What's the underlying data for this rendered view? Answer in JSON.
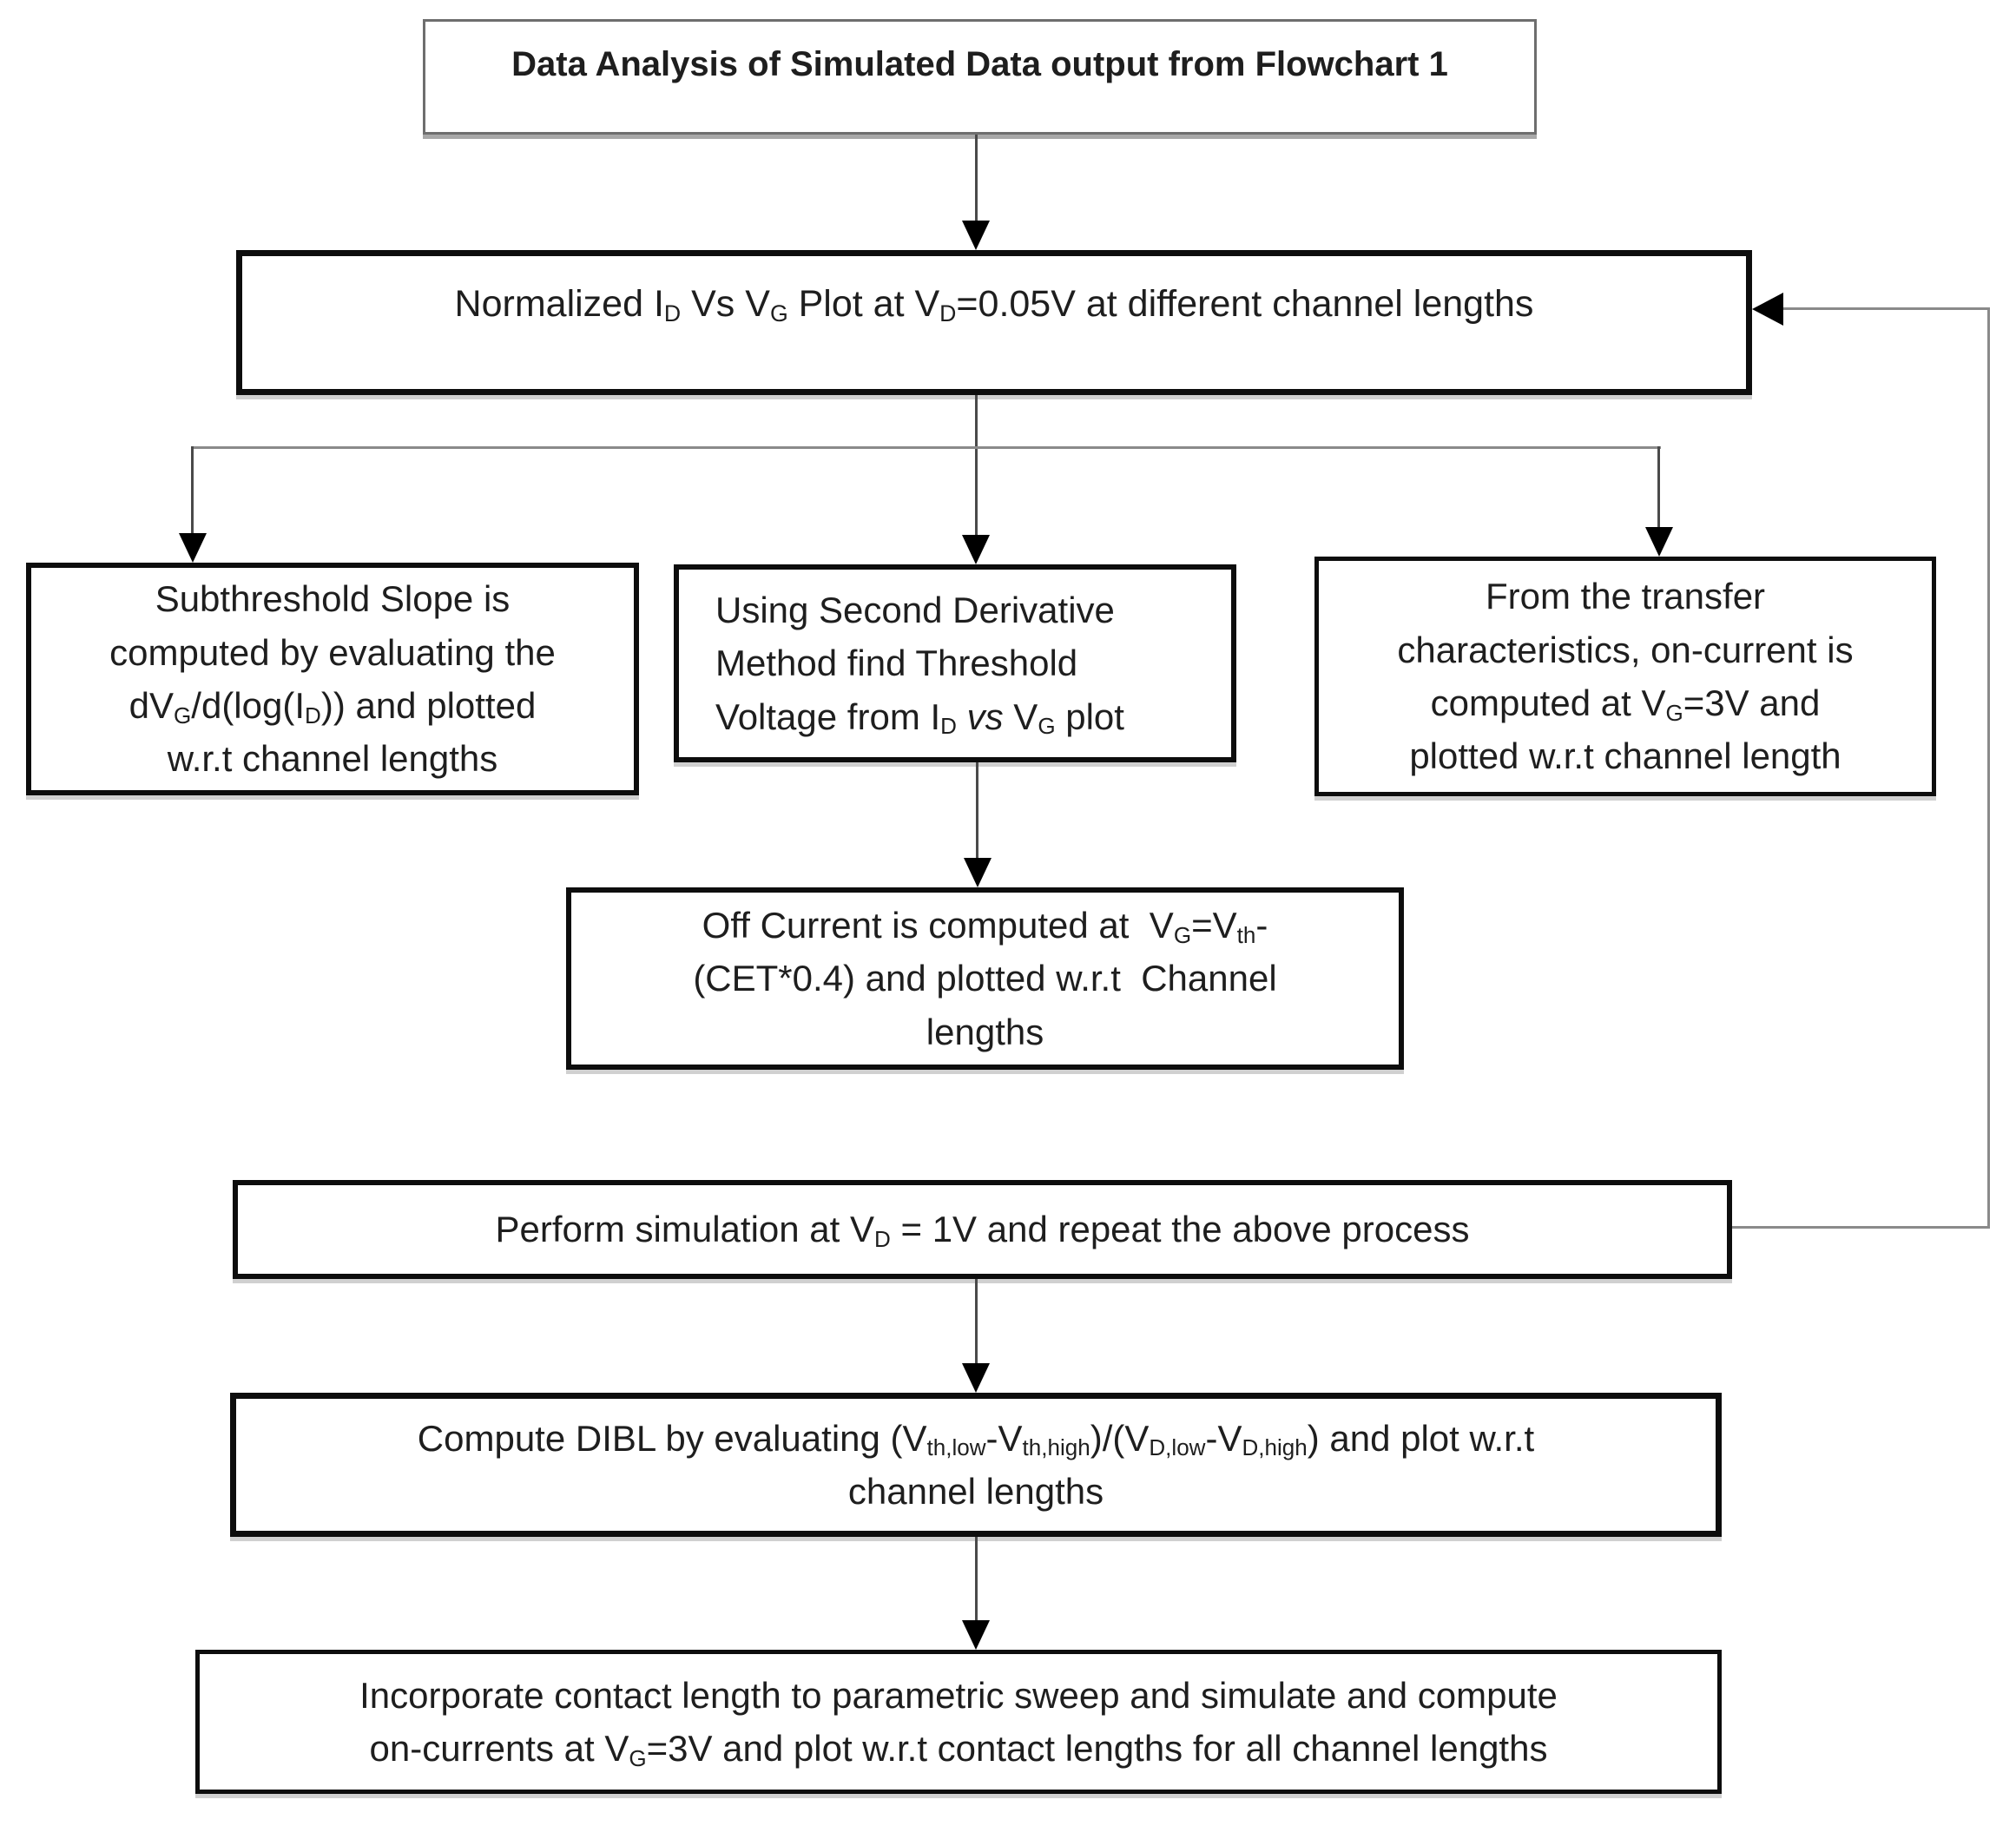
{
  "diagram": {
    "type": "flowchart",
    "background": "#ffffff",
    "colors": {
      "box_border": "#0d0d0d",
      "title_box_border": "#6e6e6e",
      "connector_dark": "#4a4a4a",
      "connector_gray": "#8a8a8a",
      "arrowhead": "#000000",
      "text": "#1e1e1e"
    },
    "nodes": {
      "title": {
        "text": "Data Analysis of Simulated Data output from Flowchart 1"
      },
      "normalized": {
        "lines": [
          [
            {
              "t": "Normalized I"
            },
            {
              "t": "D",
              "sub": true
            },
            {
              "t": " Vs V"
            },
            {
              "t": "G",
              "sub": true
            },
            {
              "t": " Plot at V"
            },
            {
              "t": "D",
              "sub": true
            },
            {
              "t": "=0.05V at different channel lengths"
            }
          ]
        ]
      },
      "subthreshold": {
        "lines": [
          [
            {
              "t": "Subthreshold Slope is"
            }
          ],
          [
            {
              "t": "computed by evaluating the"
            }
          ],
          [
            {
              "t": "dV"
            },
            {
              "t": "G",
              "sub": true
            },
            {
              "t": "/d(log(I"
            },
            {
              "t": "D",
              "sub": true
            },
            {
              "t": ")) and plotted"
            }
          ],
          [
            {
              "t": "w.r.t channel lengths"
            }
          ]
        ]
      },
      "second_derivative": {
        "lines": [
          [
            {
              "t": "Using Second Derivative"
            }
          ],
          [
            {
              "t": "Method find Threshold"
            }
          ],
          [
            {
              "t": "Voltage from I"
            },
            {
              "t": "D",
              "sub": true
            },
            {
              "t": " "
            },
            {
              "t": "vs",
              "ital": true
            },
            {
              "t": " V"
            },
            {
              "t": "G",
              "sub": true
            },
            {
              "t": " plot"
            }
          ]
        ]
      },
      "transfer": {
        "lines": [
          [
            {
              "t": "From the transfer"
            }
          ],
          [
            {
              "t": "characteristics, on-current is"
            }
          ],
          [
            {
              "t": "computed at V"
            },
            {
              "t": "G",
              "sub": true
            },
            {
              "t": "=3V and"
            }
          ],
          [
            {
              "t": "plotted w.r.t channel length"
            }
          ]
        ]
      },
      "off_current": {
        "lines": [
          [
            {
              "t": "Off Current is computed at  V"
            },
            {
              "t": "G",
              "sub": true
            },
            {
              "t": "=V"
            },
            {
              "t": "th",
              "sub": true
            },
            {
              "t": "-"
            }
          ],
          [
            {
              "t": "(CET*0.4) and plotted w.r.t  Channel"
            }
          ],
          [
            {
              "t": "lengths"
            }
          ]
        ]
      },
      "perform": {
        "lines": [
          [
            {
              "t": "Perform simulation at V"
            },
            {
              "t": "D",
              "sub": true
            },
            {
              "t": " = 1V and repeat the above process"
            }
          ]
        ]
      },
      "dibl": {
        "lines": [
          [
            {
              "t": "Compute DIBL by evaluating (V"
            },
            {
              "t": "th,low",
              "sub": true
            },
            {
              "t": "-V"
            },
            {
              "t": "th,high",
              "sub": true
            },
            {
              "t": ")/(V"
            },
            {
              "t": "D,low",
              "sub": true
            },
            {
              "t": "-V"
            },
            {
              "t": "D,high",
              "sub": true
            },
            {
              "t": ") and plot w.r.t"
            }
          ],
          [
            {
              "t": "channel lengths"
            }
          ]
        ]
      },
      "contact": {
        "lines": [
          [
            {
              "t": "Incorporate contact length to parametric sweep and simulate and compute"
            }
          ],
          [
            {
              "t": "on-currents at V"
            },
            {
              "t": "G",
              "sub": true
            },
            {
              "t": "=3V and plot w.r.t contact lengths for all channel lengths"
            }
          ]
        ]
      }
    }
  }
}
